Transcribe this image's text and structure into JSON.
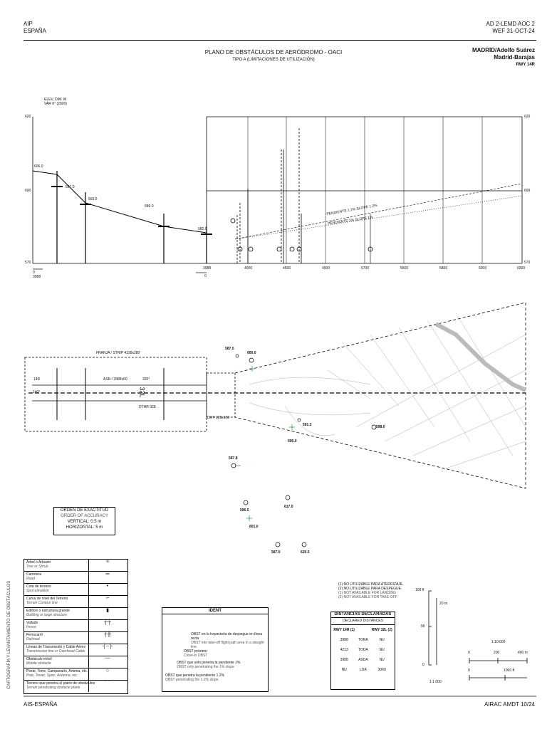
{
  "header": {
    "left_line1": "AIP",
    "left_line2": "ESPAÑA",
    "right_line1": "AD 2-LEMD AOC 2",
    "right_line2": "WEF 31-OCT-24"
  },
  "title": "PLANO DE OBSTÁCULOS DE AERÓDROMO - OACI",
  "subtitle": "TIPO A (LIMITACIONES DE UTILIZACIÓN)",
  "place": {
    "line1": "MADRID/Adolfo Suárez",
    "line2": "Madrid-Barajas",
    "rwy": "RWY 14R"
  },
  "profile": {
    "elev_label1": "ELEV, DIM: M",
    "elev_label2": "VAR 0° (2020)",
    "y_ticks": [
      "620",
      "600",
      "570"
    ],
    "x_ticks": [
      "3988",
      "4000",
      "4500",
      "4900",
      "5700",
      "5500",
      "5800",
      "6000",
      "6300"
    ],
    "left_zero": "0",
    "left_dist": "3988",
    "right_zero": "0",
    "elevations": [
      "606.0",
      "597.0",
      "593.5",
      "589.0",
      "582.0"
    ],
    "slope1": "PENDIENTE 1.2% SLOPE 1.2%",
    "slope2": "PENDIENTE 1% SLOPE 1%"
  },
  "plan": {
    "franja": "FRANJA / STRIP 4128x280",
    "asr": "ASR / 3988x60",
    "thr_left": "14R",
    "thr_right": "320°",
    "bearing": "140°",
    "dthr": "DTHR 928",
    "cwy": "CWY 225x150",
    "rwy_num": "32L",
    "obstacles": [
      "587.5",
      "600.0",
      "591.3",
      "595.0",
      "598.0",
      "587.8",
      "596.5",
      "617.0",
      "601.0",
      "587.5",
      "620.5"
    ]
  },
  "accuracy": {
    "es": "ORDEN DE EXACTITUD",
    "en": "ORDER OF ACCURACY",
    "vertical": "VERTICAL: 0.5 m",
    "horizontal": "HORIZONTAL: 5 m"
  },
  "legend": [
    {
      "es": "Árbol o Arbusto",
      "en": "Tree or Shrub",
      "sym": "✳"
    },
    {
      "es": "Carretera",
      "en": "Road",
      "sym": "═"
    },
    {
      "es": "Cota de terreno",
      "en": "Spot elevation",
      "sym": "•"
    },
    {
      "es": "Curva de nivel del Terreno",
      "en": "Terrain Contour line",
      "sym": "∽"
    },
    {
      "es": "Edificio o estructura grande",
      "en": "Building or large structure",
      "sym": "▮"
    },
    {
      "es": "Vallado",
      "en": "Fence",
      "sym": "┼┼"
    },
    {
      "es": "Ferrocarril",
      "en": "Railroad",
      "sym": "┼╫"
    },
    {
      "es": "Líneas de Transmisión y Cable Aéreo",
      "en": "Transmission line or Overhead Cable",
      "sym": "┤┈├"
    },
    {
      "es": "Obstáculo móvil",
      "en": "Mobile obstacle",
      "sym": "┈┈"
    },
    {
      "es": "Poste, Torre, Campanario, Antena, etc.",
      "en": "Pole, Tower, Spire, Antenna, etc.",
      "sym": "○"
    },
    {
      "es": "Terreno que penetra el plano de obstáculos",
      "en": "Terrain penetrating obstacle plane",
      "sym": "⌒"
    }
  ],
  "ident": {
    "title": "IDENT",
    "l1": "OBST en la trayectoria de despegue en línea recta",
    "l1_en": "OBST into take-off flight path area in a straight line.",
    "l2": "OBST próximo",
    "l2_en": "Close-in OBST",
    "l3": "OBST que sólo penetra la pendiente 1%",
    "l3_en": "OBST only penetrating the 1% slope",
    "l4": "OBST que penetra la pendiente 1.2%",
    "l4_en": "OBST penetrating the 1.2% slope"
  },
  "notes": {
    "n1": "(1) NO UTILIZABLE PARA ATERRIZAJE.",
    "n2": "(2) NO UTILIZABLE PARA DESPEGUE.",
    "n3": "(1) NOT AVAILABLE FOR LANDING",
    "n4": "(2) NOT AVAILABLE FOR TAKE-OFF"
  },
  "declared": {
    "title_es": "DISTANCIAS DECLARADAS",
    "title_en": "DECLARED DISTANCES",
    "col1": "RWY 14R (1)",
    "col2": "RWY 32L (2)",
    "rows": [
      {
        "a": "3988",
        "l": "TORA",
        "b": "NU"
      },
      {
        "a": "4213",
        "l": "TODA",
        "b": "NU"
      },
      {
        "a": "3988",
        "l": "ASDA",
        "b": "NU"
      },
      {
        "a": "NU",
        "l": "LDA",
        "b": "3060"
      }
    ]
  },
  "vscale": {
    "top": "100 ft",
    "mid": "50",
    "bottom": "0",
    "unit": "20 m",
    "ratio": "1:1 000"
  },
  "hscale": {
    "ratio": "1:10 000",
    "m0": "0",
    "m1": "200",
    "m2": "400 m",
    "ft0": "0",
    "ft1": "1000 ft"
  },
  "side_label": "CARTOGRAFÍA Y LEVANTAMIENTO DE OBSTÁCULOS",
  "footer": {
    "left": "AIS-ESPAÑA",
    "right": "AIRAC AMDT 10/24"
  }
}
